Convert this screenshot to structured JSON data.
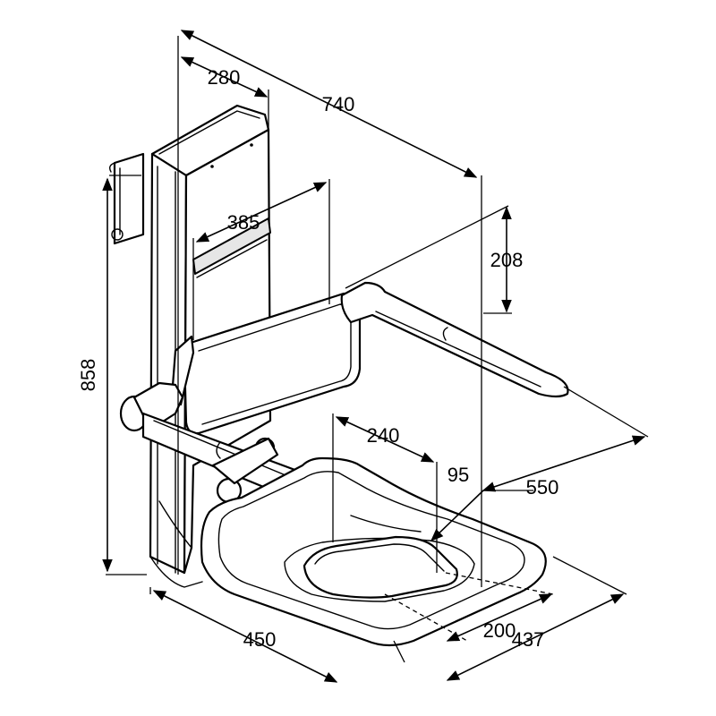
{
  "dimensions": {
    "depth_wall": "280",
    "depth_total": "740",
    "armrest_gap": "385",
    "armrest_height": "208",
    "height": "858",
    "cutout_width": "240",
    "cutout_offset": "95",
    "armrest_length": "550",
    "width": "450",
    "cutout_depth": "200",
    "seat_depth": "437"
  }
}
